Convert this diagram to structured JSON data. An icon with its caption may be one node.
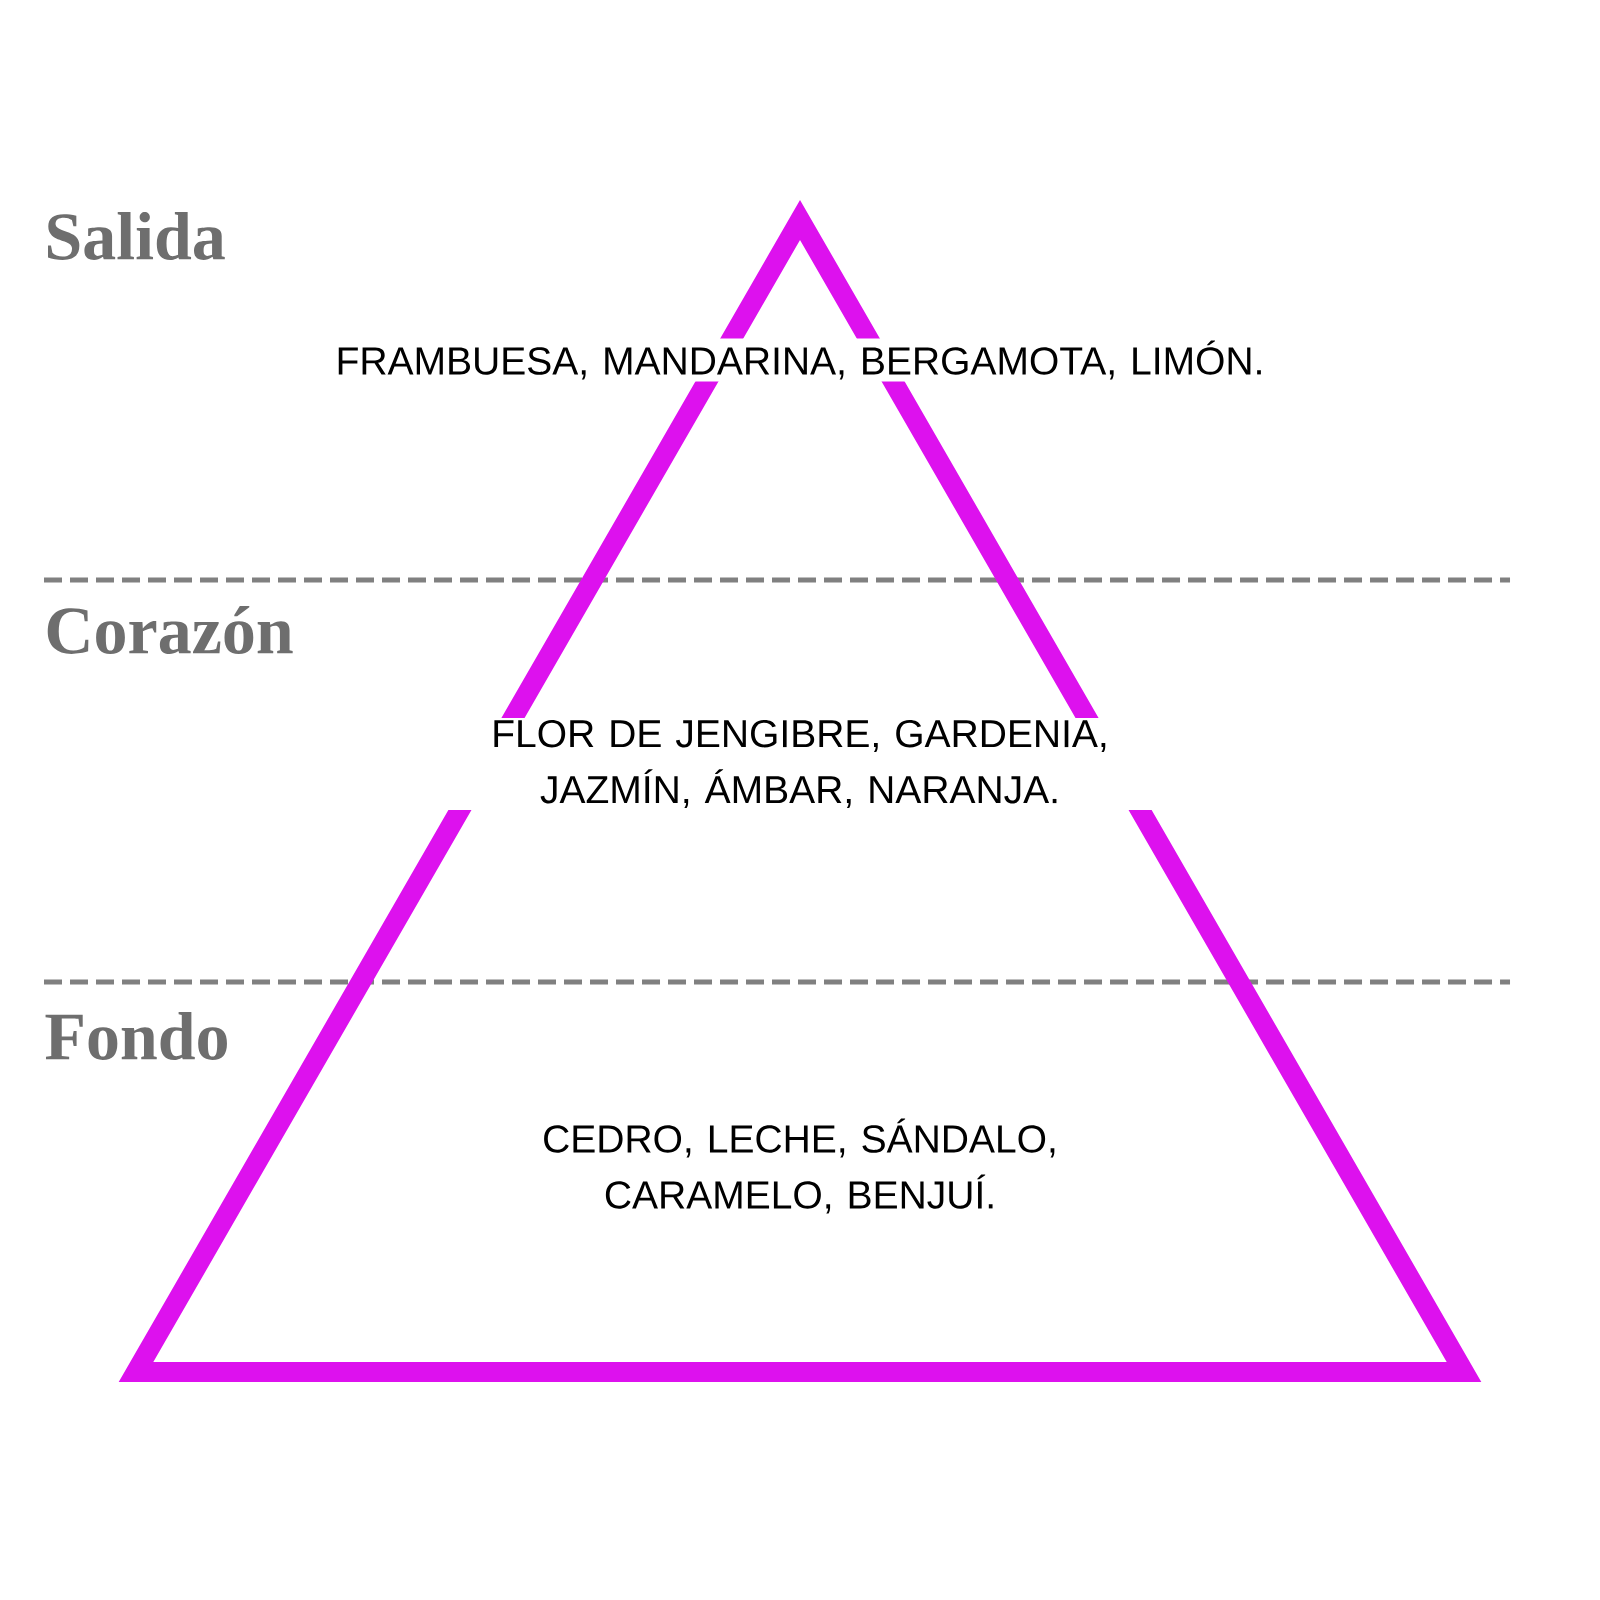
{
  "diagram": {
    "nodes": [
      {
        "text": [
          "Salida",
          "FRAMBUESA, MANDARINA, BERGAMOTA, LIMÓN."
        ]
      },
      {
        "text": [
          "Corazón",
          "FLOR DE JENGIBRE, GARDENIA, JAZMÍN, ÁMBAR, NARANJA."
        ]
      },
      {
        "text": [
          "Fondo",
          "CEDRO, LECHE, SÁNDALO, CARAMELO, BENJUÍ."
        ]
      }
    ]
  }
}
